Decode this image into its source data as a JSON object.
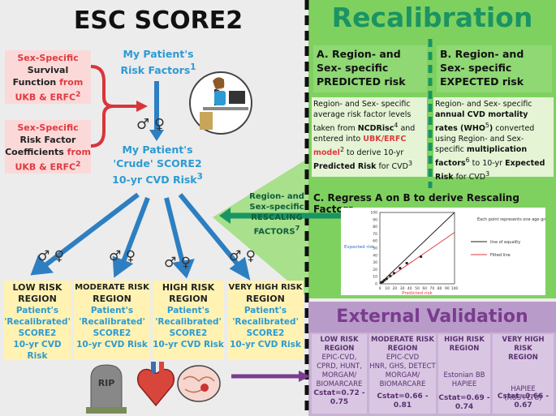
{
  "left": {
    "title": "ESC SCORE2",
    "survival_box": {
      "l1": "Sex-Specific",
      "l2": "Survival",
      "l3": "Function",
      "l3b": "from",
      "l4": "UKB & ERFC",
      "sup": "2"
    },
    "coeff_box": {
      "l1": "Sex-Specific",
      "l2": "Risk Factor",
      "l3": "Coefficients",
      "l3b": "from",
      "l4": "UKB & ERFC",
      "sup": "2"
    },
    "patient_risk_factors": {
      "l1": "My Patient's",
      "l2": "Risk Factors",
      "sup": "1"
    },
    "crude": {
      "l1": "My Patient's",
      "l2": "'Crude' SCORE2",
      "l3": "10-yr CVD Risk",
      "sup": "3"
    },
    "sex_symbols": "♂ ♀",
    "regions": [
      {
        "l1": "LOW RISK",
        "l2": "REGION",
        "l3": "Patient's",
        "l4": "'Recalibrated'",
        "l5": "SCORE2",
        "l6": "10-yr CVD Risk"
      },
      {
        "l1": "MODERATE RISK",
        "l2": "REGION",
        "l3": "Patient's",
        "l4": "'Recalibrated'",
        "l5": "SCORE2",
        "l6": "10-yr CVD Risk"
      },
      {
        "l1": "HIGH RISK",
        "l2": "REGION",
        "l3": "Patient's",
        "l4": "'Recalibrated'",
        "l5": "SCORE2",
        "l6": "10-yr CVD Risk"
      },
      {
        "l1": "VERY HIGH RISK",
        "l2": "REGION",
        "l3": "Patient's",
        "l4": "'Recalibrated'",
        "l5": "SCORE2",
        "l6": "10-yr CVD Risk"
      }
    ],
    "rip": "RIP"
  },
  "recalibration": {
    "title": "Recalibration",
    "a_head": {
      "l1": "A. Region- and",
      "l2": "Sex- specific",
      "l3": "PREDICTED risk"
    },
    "b_head": {
      "l1": "B. Region- and",
      "l2": "Sex- specific",
      "l3": "EXPECTED risk"
    },
    "a_text": {
      "t1": "Region- and Sex- specific average risk factor levels taken from ",
      "ncd": "NCDRisc",
      "ncd_sup": "4",
      "t2": " and entered into ",
      "model": "UBK/ERFC model",
      "model_sup": "2",
      "t3": " to derive 10-yr ",
      "pred": "Predicted Risk",
      "t4": " for CVD",
      "t4_sup": "3"
    },
    "b_text": {
      "t1": "Region- and Sex- specific ",
      "rates": "annual CVD mortality rates (WHO",
      "rates_sup": "5",
      "rates_end": ")",
      "t2": " converted using Region- and Sex- specific ",
      "mult": "multiplication factors",
      "mult_sup": "6",
      "t3": " to 10-yr ",
      "exp": "Expected Risk",
      "t4": " for CVD",
      "t4_sup": "3"
    },
    "c_head": "C. Regress A on B to derive Rescaling Factors",
    "rescaling": {
      "l1": "Region- and",
      "l2": "Sex-specific",
      "l3": "RESCALING",
      "l4": "FACTORS",
      "sup": "7"
    }
  },
  "chart_data": {
    "type": "scatter",
    "xlabel": "Predicted risk",
    "ylabel": "Expected risk",
    "xlim": [
      0,
      100
    ],
    "ylim": [
      0,
      100
    ],
    "x_ticks": [
      "0",
      "10",
      "20",
      "30",
      "40",
      "50",
      "60",
      "70",
      "80",
      "90",
      "100"
    ],
    "y_ticks": [
      "0",
      "10",
      "20",
      "30",
      "40",
      "50",
      "60",
      "70",
      "80",
      "90",
      "100"
    ],
    "points": [
      [
        2,
        2
      ],
      [
        4,
        3
      ],
      [
        6,
        5
      ],
      [
        9,
        7
      ],
      [
        14,
        11
      ],
      [
        19,
        15
      ],
      [
        27,
        22
      ],
      [
        36,
        29
      ],
      [
        55,
        38
      ]
    ],
    "legend_note": "Each point represents one age group",
    "legend": [
      {
        "name": "line of equality",
        "color": "#222222"
      },
      {
        "name": "Fitted line",
        "color": "#e0393e"
      }
    ],
    "fitted_line": [
      [
        0,
        0
      ],
      [
        100,
        72
      ]
    ]
  },
  "external_validation": {
    "title": "External Validation",
    "columns": [
      {
        "head1": "LOW RISK",
        "head2": "REGION",
        "body": [
          "EPIC-CVD,",
          "CPRD, HUNT,",
          "MORGAM/",
          "BIOMARCARE"
        ],
        "stat": "Cstat=0.72 -",
        "stat2": "0.75"
      },
      {
        "head1": "MODERATE RISK",
        "head2": "REGION",
        "body": [
          "EPIC-CVD",
          "HNR, GHS, DETECT",
          "MORGAM/",
          "BIOMARCARE"
        ],
        "stat": "Cstat=0.66 - 0.81",
        "stat2": ""
      },
      {
        "head1": "HIGH RISK",
        "head2": "REGION",
        "body": [
          "Estonian BB",
          "HAPIEE"
        ],
        "stat": "Cstat=0.69 -",
        "stat2": "0.74"
      },
      {
        "head1": "VERY HIGH RISK",
        "head2": "REGION",
        "body": [
          "HAPIEE (RUS+LTU)"
        ],
        "stat": "Cstat=0.66 - 0.67",
        "stat2": ""
      }
    ]
  },
  "colors": {
    "green": "#7fd15f",
    "dark_green": "#1a9463",
    "purple": "#7a3c8e",
    "blue": "#2d9ad3",
    "red": "#e0393e",
    "yellow": "#fff2b3"
  }
}
